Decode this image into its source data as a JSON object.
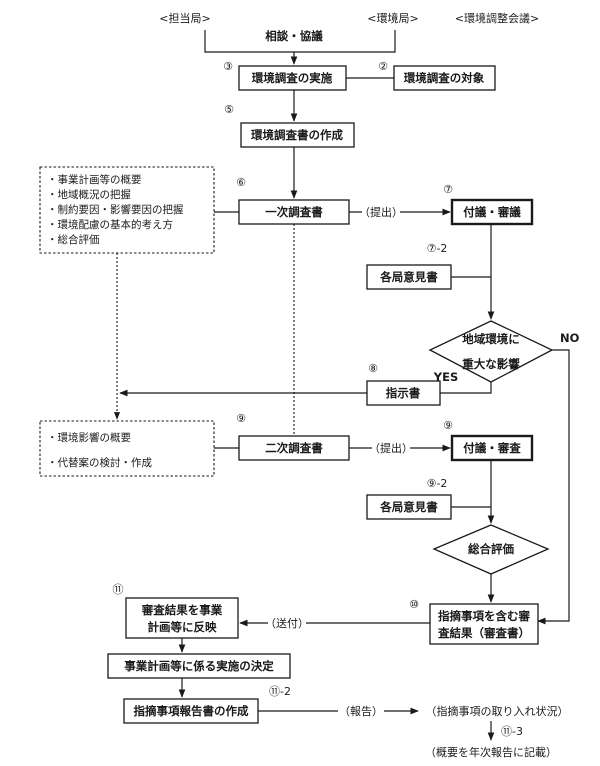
{
  "headers": {
    "tanto": "<担当局>",
    "kankyo": "<環境局>",
    "council": "<環境調整会議>"
  },
  "consult": "相談・協議",
  "steps": {
    "s3": {
      "num": "③",
      "label": "環境調査の実施"
    },
    "s2": {
      "num": "②",
      "label": "環境調査の対象"
    },
    "s5": {
      "num": "⑤",
      "label": "環境調査書の作成"
    },
    "s6": {
      "num": "⑥",
      "label": "一次調査書"
    },
    "s7": {
      "num": "⑦",
      "label": "付議・審議"
    },
    "s72": {
      "num": "⑦-2",
      "label": "各局意見書"
    },
    "s8": {
      "num": "⑧",
      "label": "指示書"
    },
    "s9": {
      "num": "⑨",
      "label": "二次調査書"
    },
    "s9b": {
      "num": "⑨",
      "label": "付議・審査"
    },
    "s92": {
      "num": "⑨-2",
      "label": "各局意見書"
    },
    "s10": {
      "num": "⑩",
      "line1": "指摘事項を含む審",
      "line2": "査結果（審査書）"
    },
    "s11": {
      "num": "⑪",
      "line1": "審査結果を事業",
      "line2": "計画等に反映"
    },
    "decision": "事業計画等に係る実施の決定",
    "s112": {
      "num": "⑪-2",
      "label": "指摘事項報告書の作成"
    },
    "s113": {
      "num": "⑪-3"
    }
  },
  "decision1": {
    "line1": "地域環境に",
    "line2": "重大な影響",
    "no": "NO",
    "yes": "YES"
  },
  "decision2": {
    "label": "総合評価"
  },
  "edges": {
    "submit1": "（提出）",
    "submit2": "（提出）",
    "send": "（送付）",
    "report": "（報告）",
    "status": "（指摘事項の取り入れ状況）",
    "annual": "（概要を年次報告に記載）"
  },
  "notes1": [
    "・事業計画等の概要",
    "・地域概況の把握",
    "・制約要因・影響要因の把握",
    "・環境配慮の基本的考え方",
    "・総合評価"
  ],
  "notes2": [
    "・環境影響の概要",
    "・代替案の検討・作成"
  ]
}
